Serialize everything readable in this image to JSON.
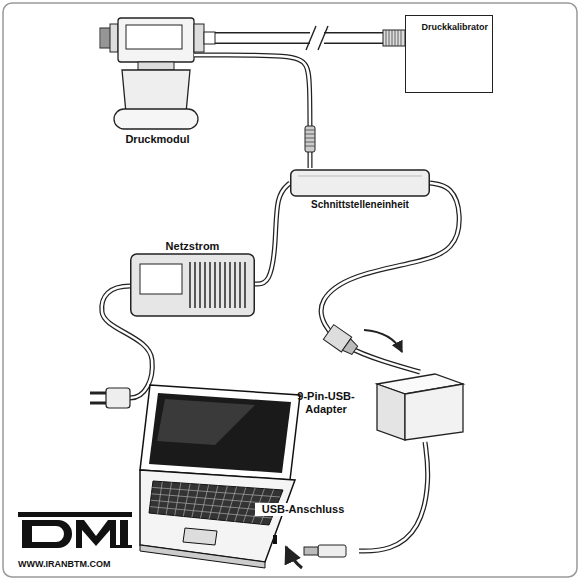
{
  "diagram": {
    "nodes": [
      {
        "text": [
          "Druckmodul"
        ]
      },
      {
        "text": [
          "Druckkalibrator"
        ]
      },
      {
        "text": [
          "Schnittstelleneinheit"
        ]
      },
      {
        "text": [
          "Netzstrom"
        ]
      },
      {
        "text": [
          "9-Pin-USB-Adapter"
        ]
      },
      {
        "text": [
          "USB-Anschluss"
        ]
      }
    ],
    "edges": [
      {
        "from": 0,
        "to": 1,
        "arrow": "none"
      },
      {
        "from": 0,
        "to": 2,
        "arrow": "none"
      },
      {
        "from": 3,
        "to": 2,
        "arrow": "none"
      },
      {
        "from": 2,
        "to": 4,
        "arrow": "none"
      },
      {
        "from": 4,
        "to": 5,
        "arrow": "none"
      }
    ],
    "labels": [
      "WWW.IRANBTM.COM"
    ]
  }
}
